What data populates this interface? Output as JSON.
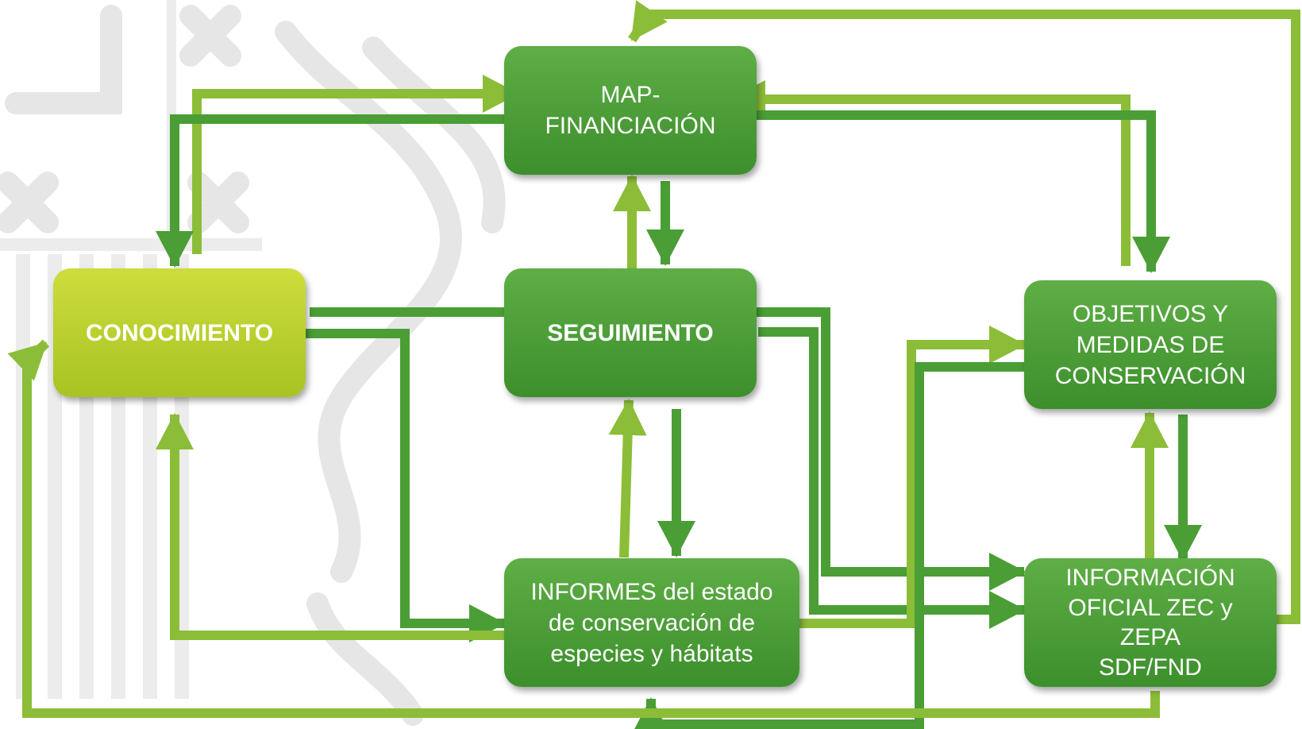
{
  "diagram": {
    "nodes": {
      "map_financiacion": "MAP-\nFINANCIACIÓN",
      "conocimiento": "CONOCIMIENTO",
      "seguimiento": "SEGUIMIENTO",
      "objetivos": "OBJETIVOS Y\nMEDIDAS DE\nCONSERVACIÓN",
      "informes": "INFORMES del estado\nde conservación de\nespecies y hábitats",
      "informacion_oficial": "INFORMACIÓN\nOFICIAL ZEC y\nZEPA\nSDF/FND"
    },
    "colors": {
      "dark_green": "#4a9e35",
      "light_green": "#8cbd38",
      "lime_box": "#b5cc2b",
      "watermark": "#e8e8e8"
    },
    "background_emblem": "coat-of-arms-watermark"
  }
}
